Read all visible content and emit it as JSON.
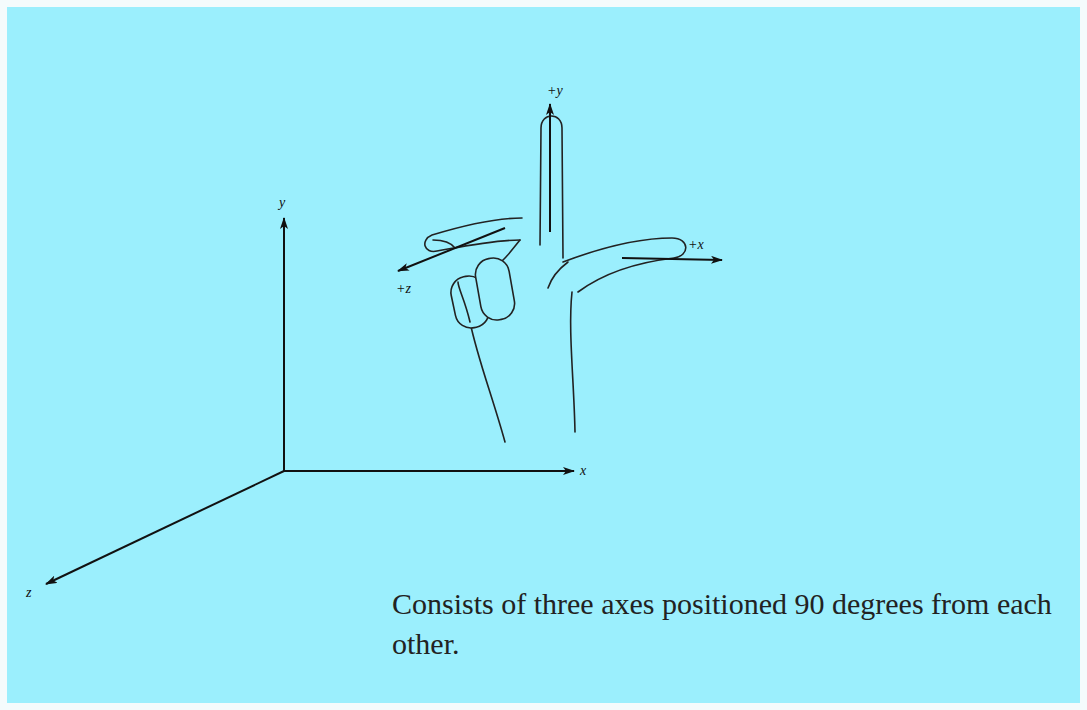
{
  "diagram": {
    "caption": "Consists of three axes positioned 90 degrees from each other.",
    "labels": [
      "y",
      "x",
      "z",
      "+y",
      "+x",
      "+z"
    ]
  }
}
